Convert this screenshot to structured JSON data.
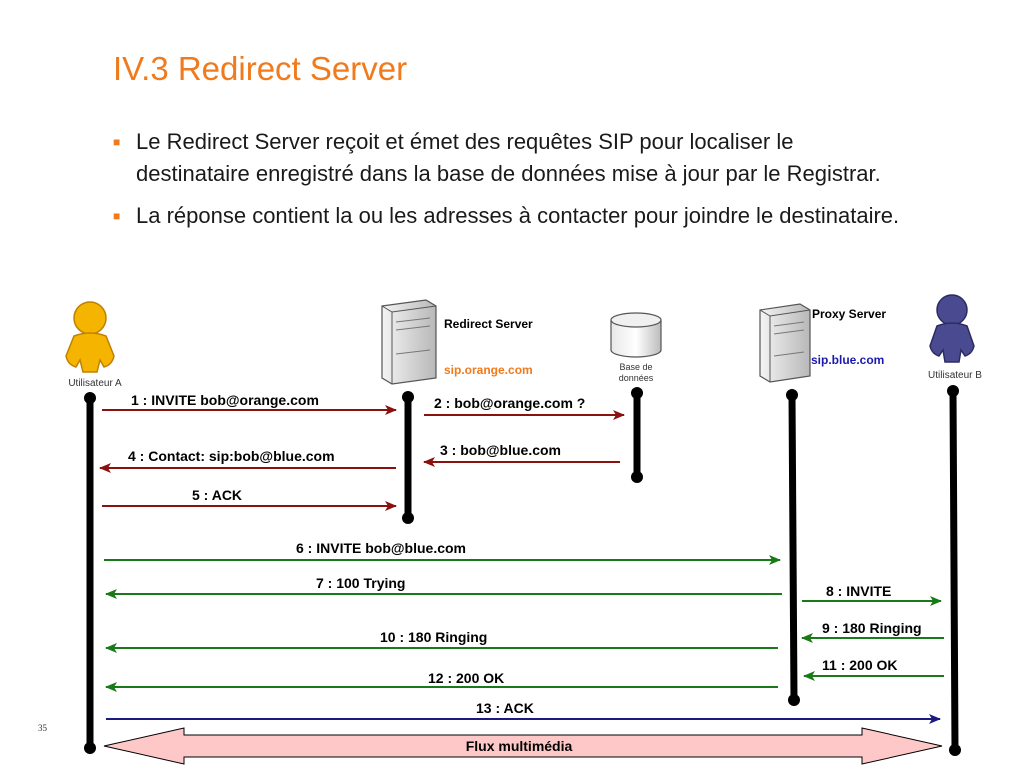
{
  "title": "IV.3 Redirect Server",
  "bullets": [
    "Le Redirect Server reçoit et émet des requêtes SIP pour localiser le destinataire enregistré dans la base de données mise à jour par le Registrar.",
    "La réponse contient la ou les adresses à contacter pour joindre le destinataire."
  ],
  "slide_number": "35",
  "entities": {
    "user_a": "Utilisateur A",
    "user_b": "Utilisateur B",
    "redirect_server": "Redirect Server",
    "redirect_domain": "sip.orange.com",
    "database_line1": "Base de",
    "database_line2": "données",
    "proxy_server": "Proxy Server",
    "proxy_domain": "sip.blue.com"
  },
  "messages": [
    "1 : INVITE bob@orange.com",
    "2 : bob@orange.com ?",
    "3 : bob@blue.com",
    "4 : Contact: sip:bob@blue.com",
    "5 : ACK",
    "6 : INVITE bob@blue.com",
    "7 : 100 Trying",
    "8 : INVITE",
    "9 : 180 Ringing",
    "10 : 180 Ringing",
    "11 : 200 OK",
    "12 : 200 OK",
    "13 : ACK"
  ],
  "media_flow": "Flux multimédia",
  "colors": {
    "title": "#f07a1c",
    "redirect_arrows": "#8b1111",
    "proxy_arrows": "#1a7a1a",
    "ack_arrow": "#1a1a80",
    "media_fill": "#ffc8c8",
    "domain_orange": "#f07a1c",
    "domain_blue": "#1a1ab0"
  },
  "icons": [
    "user-a-icon",
    "user-b-icon",
    "redirect-server-icon",
    "proxy-server-icon",
    "database-icon"
  ]
}
